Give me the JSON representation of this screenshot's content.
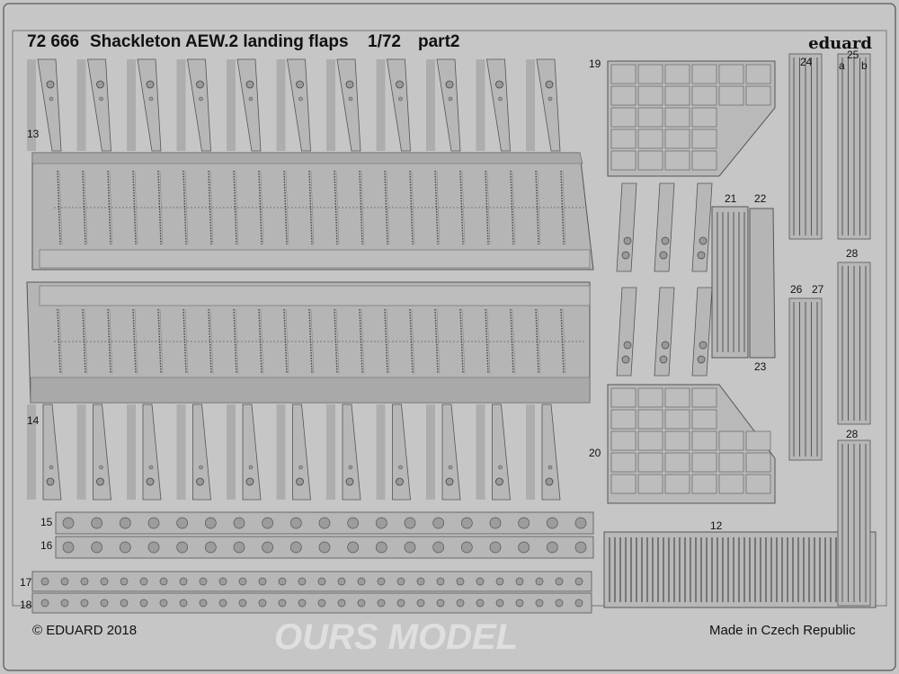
{
  "header": {
    "code": "72 666",
    "title": "Shackleton AEW.2 landing flaps",
    "scale": "1/72",
    "part": "part2",
    "brand": "eduard"
  },
  "footer": {
    "copyright": "© EDUARD 2018",
    "made_in": "Made in Czech Republic"
  },
  "watermark": "OURS MODEL",
  "part_labels": {
    "p13": "13",
    "p14": "14",
    "p15": "15",
    "p16": "16",
    "p17": "17",
    "p18": "18",
    "p19": "19",
    "p20": "20",
    "p12": "12",
    "p21": "21",
    "p22": "22",
    "p23": "23",
    "p24": "24",
    "p25": "25",
    "p25a": "a",
    "p25b": "b",
    "p26": "26",
    "p27": "27",
    "p28a": "28",
    "p28b": "28"
  },
  "colors": {
    "fret": "#c6c6c6",
    "part": "#b7b7b7",
    "part_dark": "#8e8e8e",
    "outline": "#555555",
    "text": "#111111"
  }
}
